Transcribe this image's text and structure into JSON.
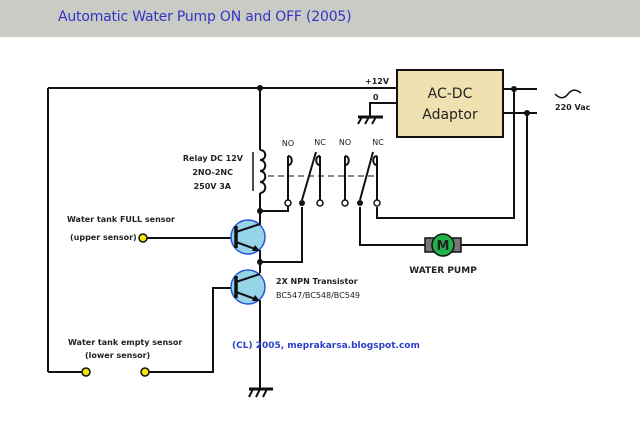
{
  "title": "Automatic Water Pump ON and OFF (2005)",
  "colors": {
    "title_bar": "#cbcbc6",
    "title_text": "#3434c4",
    "adaptor_fill": "#f0e2b0",
    "transistor_fill": "#96d4e8",
    "transistor_ring": "#2b55d6",
    "sensor_fill": "#f5e800",
    "motor_fill": "#22b24c",
    "credit_text": "#2b3fc8"
  },
  "power": {
    "plus_label": "+12V",
    "zero_label": "0",
    "adaptor_line1": "AC-DC",
    "adaptor_line2": "Adaptor",
    "ac_symbol": "~",
    "ac_label": "220 Vac"
  },
  "relay": {
    "line1": "Relay DC 12V",
    "line2": "2NO-2NC",
    "line3": "250V 3A",
    "contacts": [
      "NO",
      "NC",
      "NO",
      "NC"
    ]
  },
  "sensors": {
    "upper_line1": "Water tank FULL sensor",
    "upper_line2": "(upper sensor)",
    "lower_line1": "Water tank empty sensor",
    "lower_line2": "(lower sensor)"
  },
  "transistor": {
    "line1": "2X  NPN Transistor",
    "line2": "BC547/BC548/BC549"
  },
  "pump": {
    "motor_letter": "M",
    "label": "WATER PUMP"
  },
  "credit": "(CL) 2005, meprakarsa.blogspot.com"
}
